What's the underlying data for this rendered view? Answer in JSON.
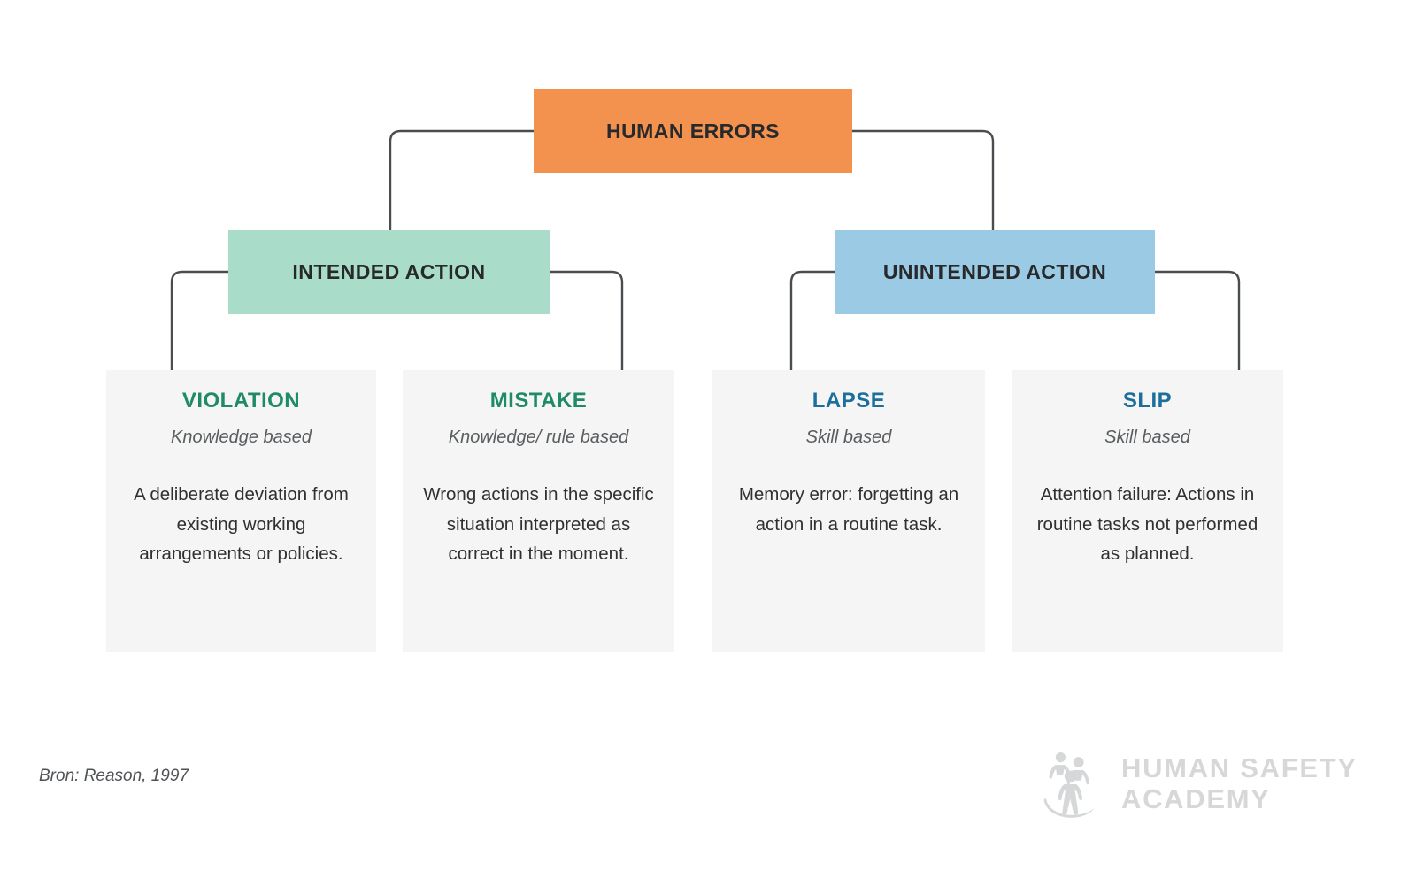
{
  "diagram": {
    "root": {
      "label": "HUMAN ERRORS",
      "color": "#F3914E"
    },
    "branches": [
      {
        "label": "INTENDED ACTION",
        "color": "#A9DCC9"
      },
      {
        "label": "UNINTENDED ACTION",
        "color": "#9BCBE4"
      }
    ],
    "leaves": [
      {
        "title": "VIOLATION",
        "title_color": "#1E8A66",
        "subtitle": "Knowledge based",
        "body": "A deliberate deviation from existing working arrangements or policies."
      },
      {
        "title": "MISTAKE",
        "title_color": "#1E8A66",
        "subtitle": "Knowledge/ rule based",
        "body": "Wrong actions in the specific situation interpreted as correct in the moment."
      },
      {
        "title": "LAPSE",
        "title_color": "#1C6E9C",
        "subtitle": "Skill based",
        "body": "Memory error: forgetting an action in a routine task."
      },
      {
        "title": "SLIP",
        "title_color": "#1C6E9C",
        "subtitle": "Skill based",
        "body": "Attention failure: Actions in routine tasks not performed as planned."
      }
    ],
    "connector_color": "#4a4d50",
    "card_background": "#F4F5F4"
  },
  "footer": {
    "source_note": "Bron: Reason, 1997",
    "logo": {
      "line1": "HUMAN SAFETY",
      "line2": "ACADEMY",
      "color": "#D5D7D8"
    }
  }
}
